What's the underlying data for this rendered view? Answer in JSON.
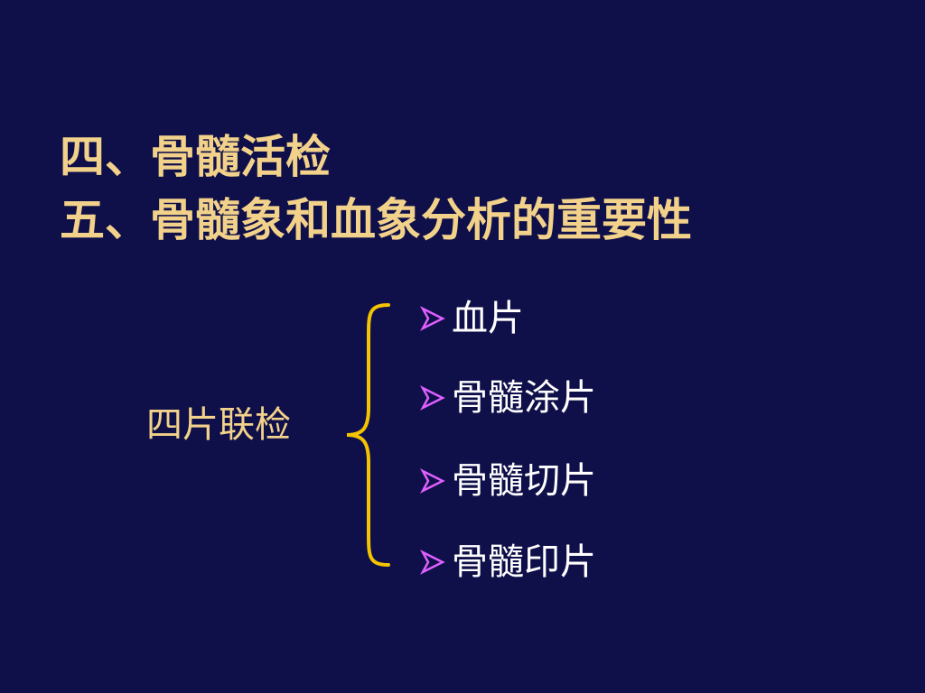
{
  "title": {
    "line1": "四、骨髓活检",
    "line2": "五、骨髓象和血象分析的重要性"
  },
  "group": {
    "label": "四片联检",
    "items": [
      {
        "label": "血片",
        "bullet_icon": "arrow-bullet-icon"
      },
      {
        "label": "骨髓涂片",
        "bullet_icon": "arrow-bullet-icon"
      },
      {
        "label": "骨髓切片",
        "bullet_icon": "arrow-bullet-icon"
      },
      {
        "label": "骨髓印片",
        "bullet_icon": "arrow-bullet-icon"
      }
    ]
  },
  "colors": {
    "background": "#0f0f4a",
    "title": "#f2d28a",
    "brace": "#f5c400",
    "bullet": "#e060ff",
    "item_text": "#ffffff"
  }
}
